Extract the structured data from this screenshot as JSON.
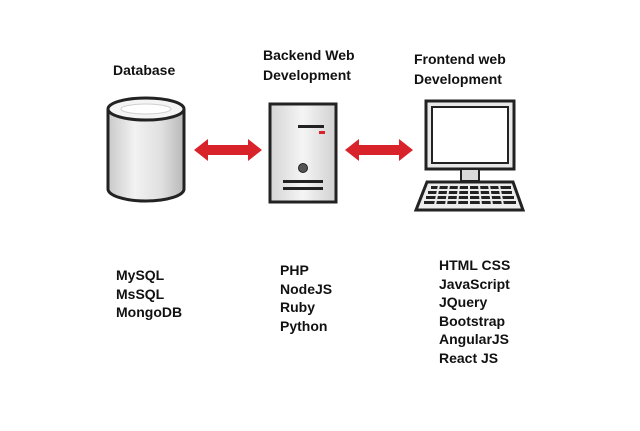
{
  "columns": [
    {
      "id": "database",
      "heading_lines": [
        "Database"
      ],
      "icon": "database-cylinder-icon",
      "technologies": [
        "MySQL",
        "MsSQL",
        "MongoDB"
      ]
    },
    {
      "id": "backend",
      "heading_lines": [
        "Backend Web",
        "Development"
      ],
      "icon": "server-tower-icon",
      "technologies": [
        "PHP",
        "NodeJS",
        "Ruby",
        "Python"
      ]
    },
    {
      "id": "frontend",
      "heading_lines": [
        "Frontend web",
        "Development"
      ],
      "icon": "desktop-computer-icon",
      "technologies": [
        "HTML CSS",
        "JavaScript",
        "JQuery",
        "Bootstrap",
        "AngularJS",
        "React JS"
      ]
    }
  ],
  "connectors": [
    {
      "from": "database",
      "to": "backend",
      "icon": "double-arrow-icon"
    },
    {
      "from": "backend",
      "to": "frontend",
      "icon": "double-arrow-icon"
    }
  ],
  "colors": {
    "arrow": "#d8232a",
    "server_indicator": "#d8232a",
    "outline": "#222222",
    "icon_fill": "#e6e6e6"
  }
}
